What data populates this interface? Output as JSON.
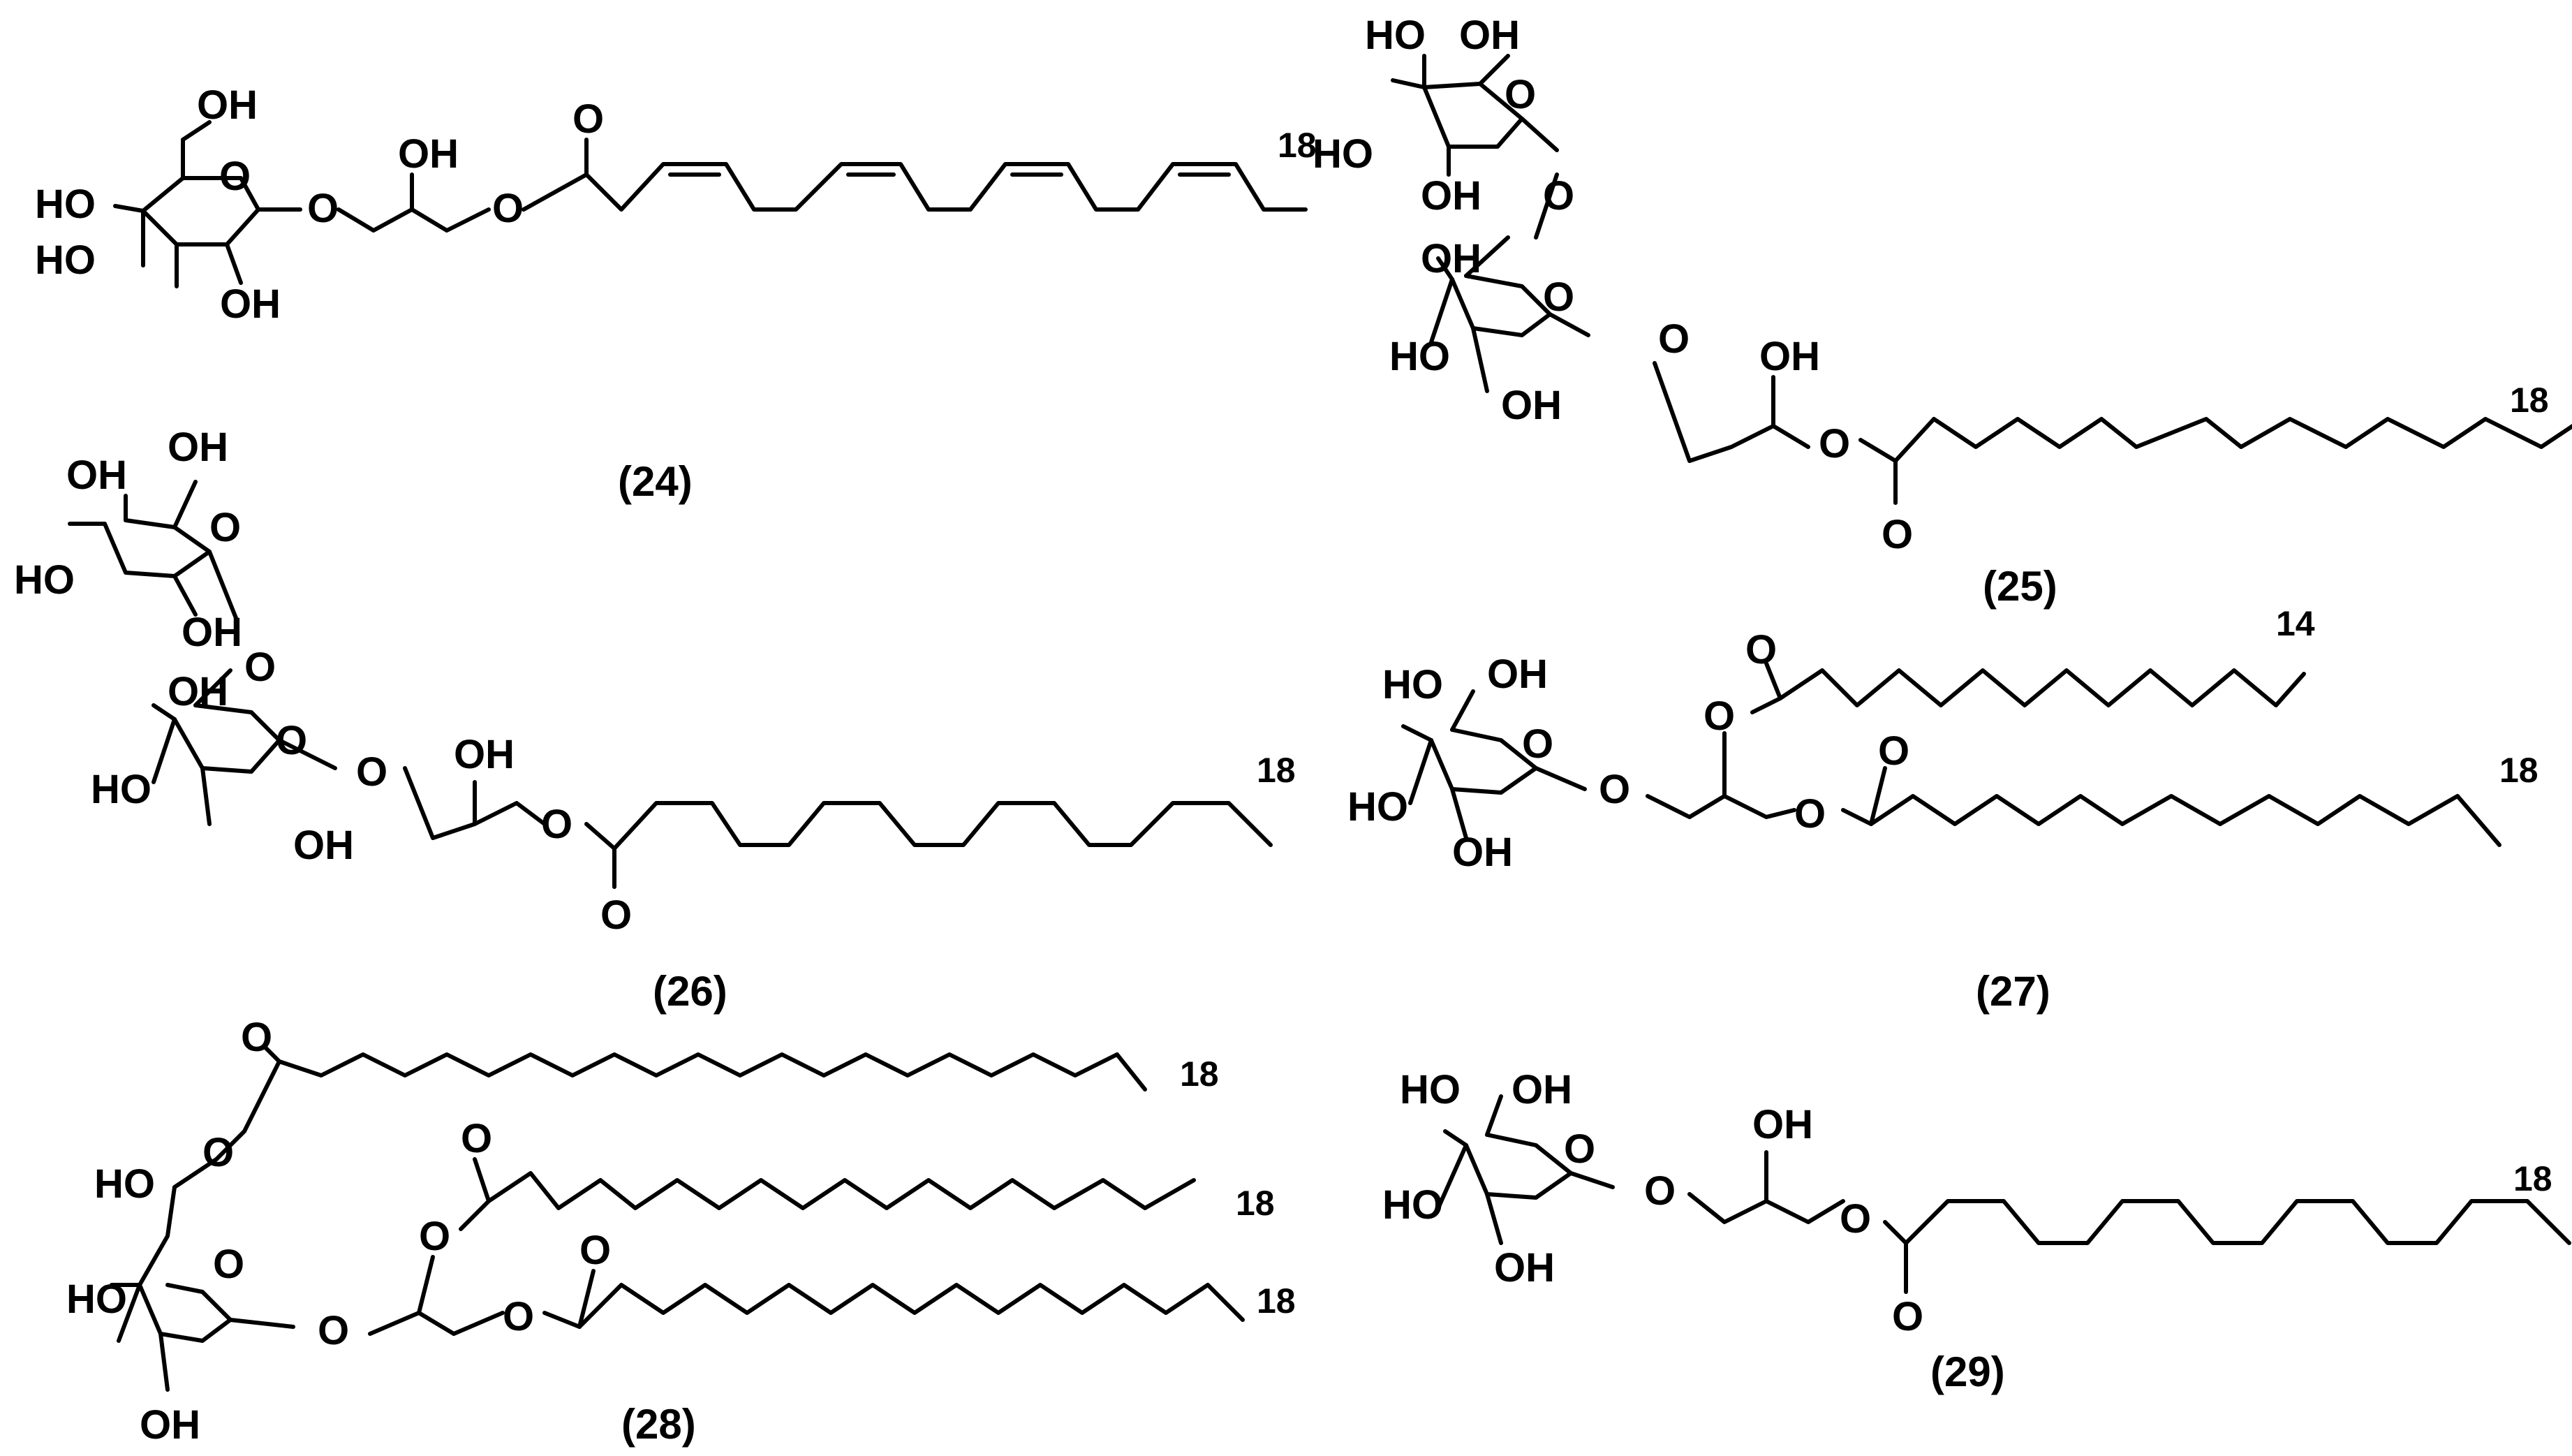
{
  "compounds": [
    {
      "id": "24",
      "caption": "(24)",
      "chain_end": "18",
      "atoms": {
        "ho_top": "HO",
        "oh_top": "OH",
        "ring_o": "O",
        "ho_left": "HO",
        "oh_bottom": "OH",
        "gly_o": "O",
        "gly_oh": "OH",
        "ester_o": "O",
        "carbonyl_o": "O"
      }
    },
    {
      "id": "25",
      "caption": "(25)",
      "chain_end": "18",
      "atoms": {
        "ho_top": "HO",
        "oh_top": "OH",
        "ring_o": "O",
        "ho_left": "HO",
        "oh_mid": "OH",
        "link_o": "O",
        "oh_lower": "OH",
        "ring2_o": "O",
        "ho_left2": "HO",
        "oh_bottom2": "OH",
        "gly_o": "O",
        "gly_oh": "OH",
        "ester_o": "O",
        "carbonyl_o": "O"
      }
    },
    {
      "id": "26",
      "caption": "(26)",
      "chain_end": "18",
      "atoms": {
        "oh_top": "OH",
        "oh_top2": "OH",
        "ring_o": "O",
        "ho_left": "HO",
        "oh_mid": "OH",
        "link_o": "O",
        "oh_lower": "OH",
        "ring2_o": "O",
        "ho_left2": "HO",
        "oh_bottom2": "OH",
        "gly_o": "O",
        "gly_oh": "OH",
        "ester_o": "O",
        "carbonyl_o": "O"
      }
    },
    {
      "id": "27",
      "caption": "(27)",
      "chain_end_top": "14",
      "chain_end_bottom": "18",
      "atoms": {
        "ho_top": "HO",
        "oh_top": "OH",
        "ring_o": "O",
        "ho_left": "HO",
        "oh_bottom": "OH",
        "gly_o": "O",
        "ester2_o": "O",
        "carbonyl2_o": "O",
        "ester_o": "O",
        "carbonyl_o": "O"
      }
    },
    {
      "id": "28",
      "caption": "(28)",
      "chain_end_top": "18",
      "chain_end_mid": "18",
      "chain_end_bottom": "18",
      "atoms": {
        "carbonyl_top_o": "O",
        "ester_top_o": "O",
        "ho_top": "HO",
        "ring_o": "O",
        "ho_left": "HO",
        "oh_bottom": "OH",
        "gly_o": "O",
        "ester2_o": "O",
        "carbonyl2_o": "O",
        "ester_o": "O",
        "carbonyl_o": "O"
      }
    },
    {
      "id": "29",
      "caption": "(29)",
      "chain_end": "18",
      "atoms": {
        "ho_top": "HO",
        "oh_top": "OH",
        "ring_o": "O",
        "ho_left": "HO",
        "oh_bottom": "OH",
        "gly_o": "O",
        "gly_oh": "OH",
        "ester_o": "O",
        "carbonyl_o": "O"
      }
    }
  ]
}
